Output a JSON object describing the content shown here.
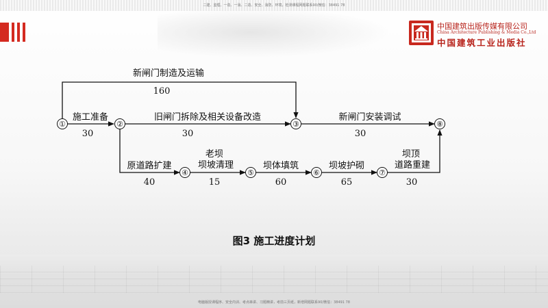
{
  "header": {
    "notice": "二建、监理、一造、一消、二造、安全、消防、环境，检测课程网题联系90/微信：38491 78",
    "brand_color": "#d42a20",
    "logo": {
      "name_cn": "中国建筑出版传媒有限公司",
      "name_en": "China Architecture Publishing & Media Co.,Ltd",
      "name_cn2": "中国建筑工业出版社"
    }
  },
  "diagram": {
    "nodes": [
      "①",
      "②",
      "③",
      "④",
      "⑤",
      "⑥",
      "⑦",
      "⑧"
    ],
    "activities": [
      {
        "from": "①",
        "to": "②",
        "name": "施工准备",
        "duration": "30"
      },
      {
        "from": "①",
        "to": "③",
        "name": "新闸门制造及运输",
        "duration": "160"
      },
      {
        "from": "②",
        "to": "③",
        "name": "旧闸门拆除及相关设备改造",
        "duration": "30"
      },
      {
        "from": "③",
        "to": "⑧",
        "name": "新闸门安装调试",
        "duration": "30"
      },
      {
        "from": "②",
        "to": "④",
        "name": "原道路扩建",
        "duration": "40"
      },
      {
        "from": "④",
        "to": "⑤",
        "name": "老坝\n坝坡清理",
        "duration": "15"
      },
      {
        "from": "⑤",
        "to": "⑥",
        "name": "坝体填筑",
        "duration": "60"
      },
      {
        "from": "⑥",
        "to": "⑦",
        "name": "坝坡护砌",
        "duration": "65"
      },
      {
        "from": "⑦",
        "to": "⑧",
        "name": "坝顶\n道路重建",
        "duration": "30"
      }
    ]
  },
  "caption": "图3  施工进度计划",
  "footer": {
    "notice": "电脑版授课程序、安全内训、考点串讲、习题精讲，考前三页纸，新增网题联系90/微信：38491 78"
  }
}
